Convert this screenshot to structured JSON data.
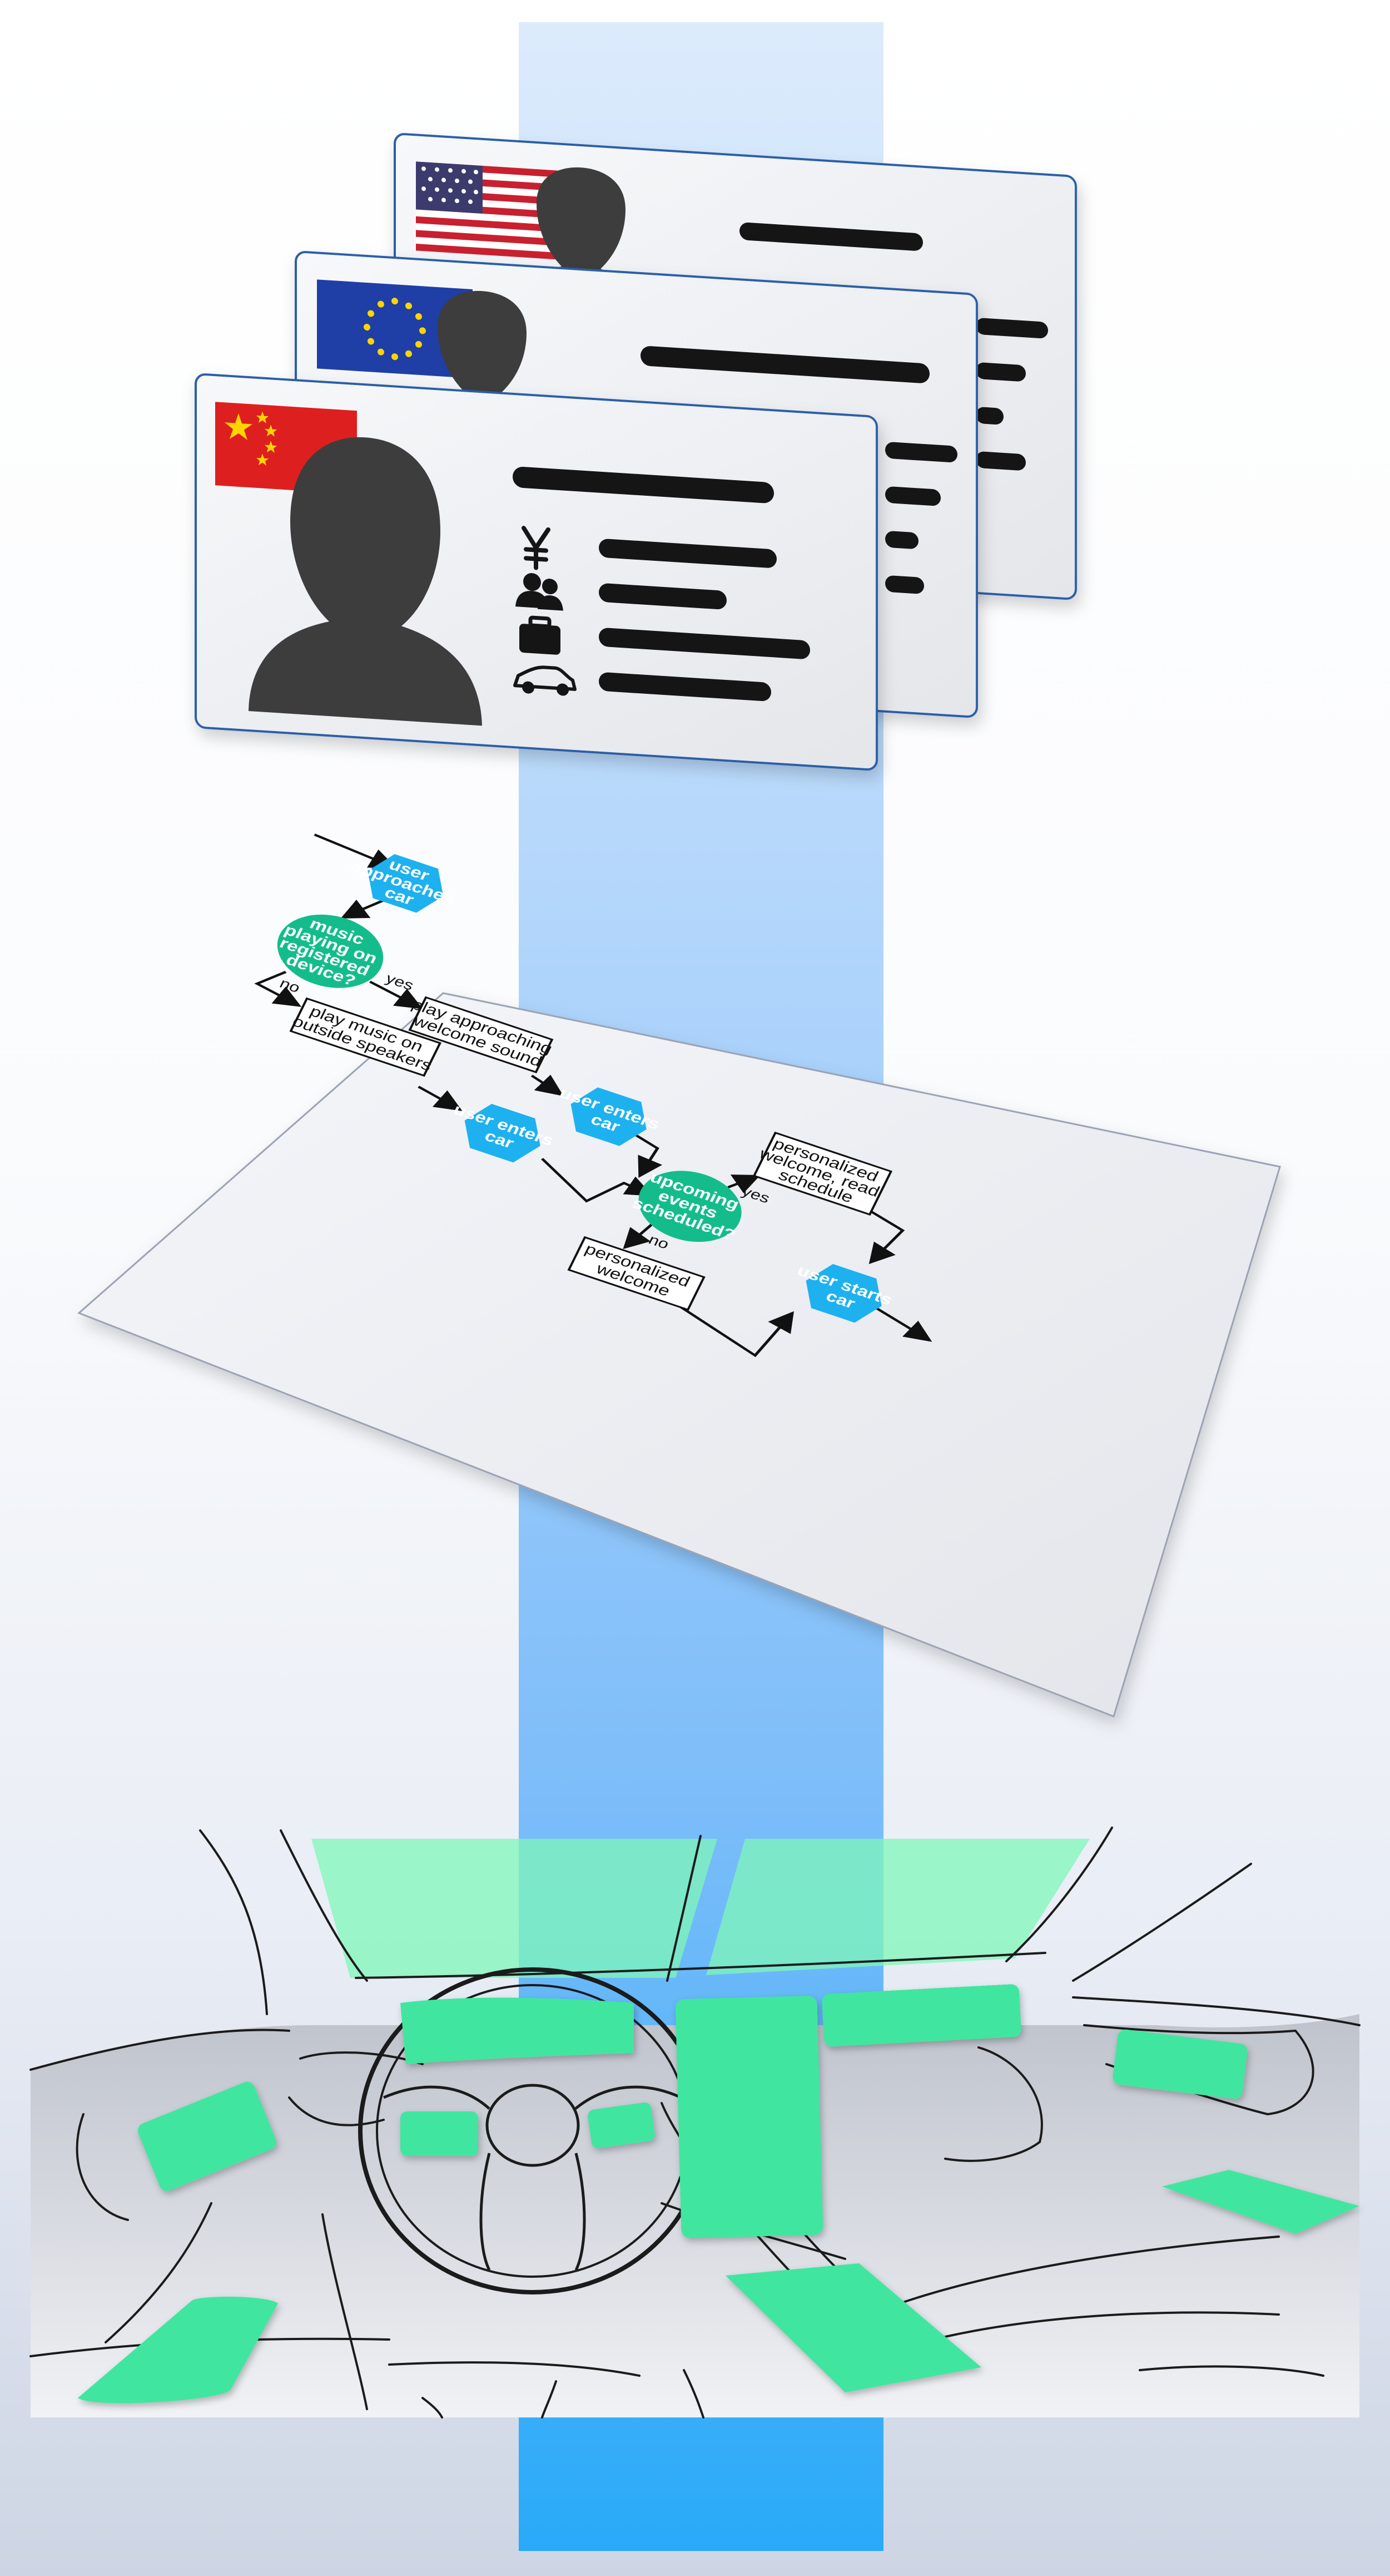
{
  "colors": {
    "beam_top": "#dcebfc",
    "beam_bottom": "#29aaf8",
    "card_face": "#eeeff2",
    "card_border": "#2b5fa8",
    "silhouette": "#3d3d3d",
    "bar": "#151515",
    "hexagon": "#1eb1ef",
    "decision": "#14bc8c",
    "dashboard_zone": "#3fe6a0",
    "windshield_zone": "#7ff7b8",
    "sketch_line": "#1b1b1b"
  },
  "id_cards": [
    {
      "region": "china",
      "flag_icon": "china-flag-icon",
      "field_icons": [
        "yen-icon",
        "people-icon",
        "briefcase-icon",
        "car-icon"
      ]
    },
    {
      "region": "eu",
      "flag_icon": "eu-flag-icon"
    },
    {
      "region": "usa",
      "flag_icon": "usa-flag-icon"
    }
  ],
  "flowchart": {
    "nodes": [
      {
        "id": "n1",
        "shape": "hexagon",
        "text": [
          "user",
          "approaches",
          "car"
        ]
      },
      {
        "id": "n2",
        "shape": "ellipse",
        "text": [
          "music",
          "playing on",
          "registered",
          "device?"
        ]
      },
      {
        "id": "n3",
        "shape": "rect",
        "text": [
          "play approaching",
          "welcome sound"
        ]
      },
      {
        "id": "n4",
        "shape": "rect",
        "text": [
          "play music on",
          "outside speakers"
        ]
      },
      {
        "id": "n5",
        "shape": "hexagon",
        "text": [
          "user enters",
          "car"
        ]
      },
      {
        "id": "n6",
        "shape": "hexagon",
        "text": [
          "user enters",
          "car"
        ]
      },
      {
        "id": "n7",
        "shape": "ellipse",
        "text": [
          "upcoming",
          "events",
          "scheduled?"
        ]
      },
      {
        "id": "n8",
        "shape": "rect",
        "text": [
          "personalized",
          "welcome, read",
          "schedule"
        ]
      },
      {
        "id": "n9",
        "shape": "rect",
        "text": [
          "personalized",
          "welcome"
        ]
      },
      {
        "id": "n10",
        "shape": "hexagon",
        "text": [
          "user starts",
          "car"
        ]
      }
    ],
    "edge_labels": {
      "n2_yes": "yes",
      "n2_no": "no",
      "n7_yes": "yes",
      "n7_no": "no"
    }
  },
  "dashboard": {
    "zones": [
      "windshield-left",
      "windshield-right",
      "cluster-top",
      "wheel-left",
      "wheel-right",
      "center-screen",
      "top-right-screen",
      "left-vent",
      "right-vent",
      "right-door",
      "left-floor",
      "center-console"
    ]
  }
}
